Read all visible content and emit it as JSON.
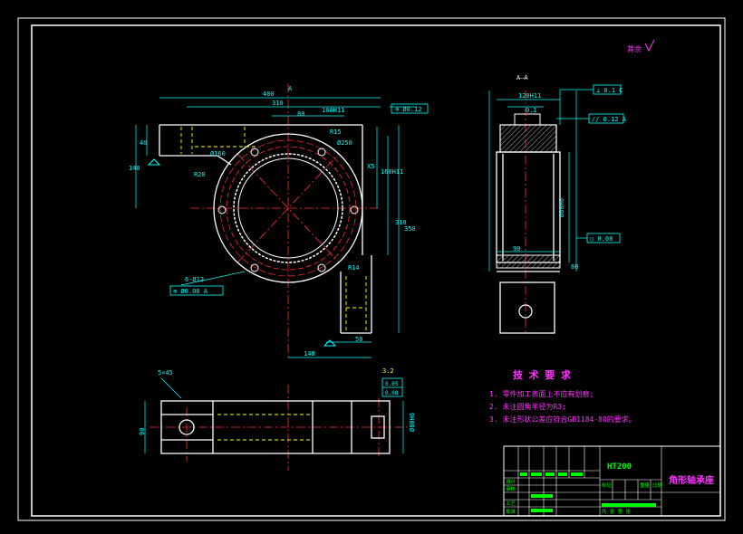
{
  "colors": {
    "background": "#000000",
    "border": "#ffffff",
    "geometry": "#ffffff",
    "dimension": "#00ffff",
    "centerline": "#ff3030",
    "hidden": "#ffff00",
    "notes": "#ff33ff",
    "titleblock": "#00ff00",
    "hatch": "#b0b0b0"
  },
  "drawing": {
    "part_code": "HT200",
    "part_name": "角形轴承座",
    "roughness_note": "其余",
    "section_label": "A—A",
    "view_label": "A"
  },
  "tech_requirements": {
    "title": "技 术 要 求",
    "items": [
      "1. 零件加工表面上不应有划痕;",
      "2. 未注圆角半径为R3;",
      "3. 未注形状公差应符合GB1184-80的要求。"
    ]
  },
  "dimensions": {
    "d1": "400",
    "d2": "310",
    "d3": "160H11",
    "d4": "80",
    "d5": "R15",
    "d6": "Ø250",
    "d7": "Ø160",
    "d8": "R20",
    "d9": "40",
    "d10": "140",
    "d11": "X5",
    "d12": "160H11",
    "d13": "Ø0.12",
    "d14": "310",
    "d15": "350",
    "d16": "R14",
    "d17": "50",
    "d18": "148",
    "d19": "6-Ø12",
    "d20": "Ø0.08",
    "d21": "0.1",
    "d22": "120H11",
    "d23": "0.12",
    "d24": "0.08",
    "d25": "5×45",
    "d26": "90",
    "d27": "3.2",
    "d28": "0.05",
    "d29": "Ø80H6",
    "d30": "90"
  },
  "fcf": {
    "f1": "⊥ 0.1 C",
    "f2": "// 0.12 A",
    "f3": "○ 0.08",
    "f4": "⊕ Ø0.12",
    "f5": "⊕ Ø0.08 A"
  },
  "title_block": {
    "designer_label": "设计",
    "checker_label": "审核",
    "process_label": "工艺",
    "approve_label": "批准",
    "scale_label": "比例",
    "sheet_label": "共 张 第 张",
    "mark_label": "标记",
    "count_label": "处数",
    "weight_label": "重量"
  }
}
